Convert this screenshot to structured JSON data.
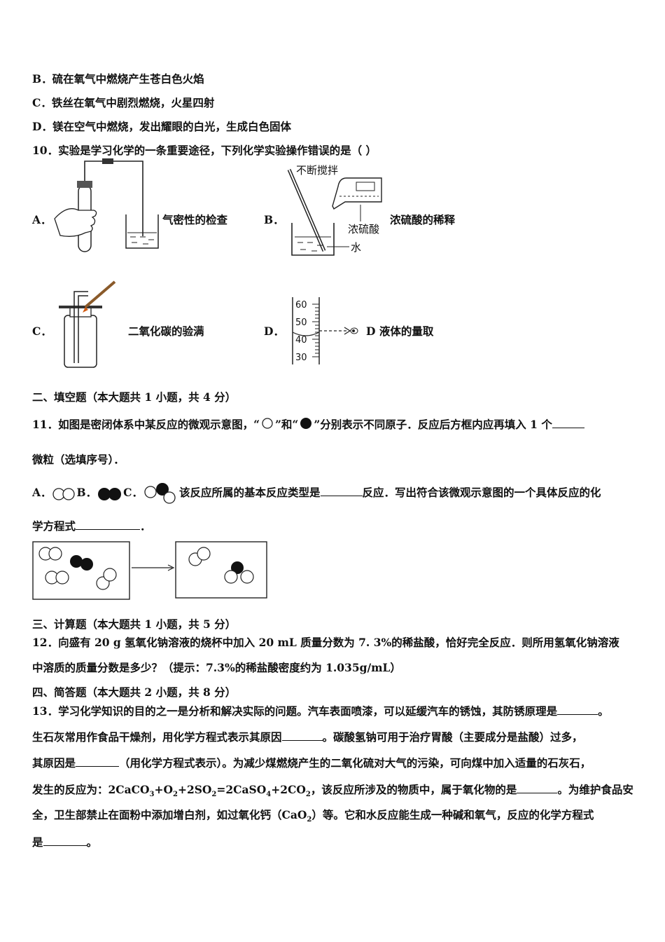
{
  "q9": {
    "b": "B．硫在氧气中燃烧产生苍白色火焰",
    "c": "C．铁丝在氧气中剧烈燃烧，火星四射",
    "d": "D．镁在空气中燃烧，发出耀眼的白光，生成白色固体"
  },
  "q10": {
    "stem": "10．实验是学习化学的一条重要途径，下列化学实验操作错误的是（ ）",
    "a_label": "A．",
    "a_caption": "气密性的检查",
    "b_label": "B．",
    "b_caption": "浓硫酸的稀释",
    "b_fig_text": {
      "stir": "不断搅拌",
      "acid": "浓硫酸",
      "water": "水"
    },
    "c_label": "C．",
    "c_caption": "二氧化碳的验满",
    "d_label": "D．",
    "d_caption": "D 液体的量取",
    "d_scale": [
      "60",
      "50",
      "40",
      "30"
    ]
  },
  "sec2": {
    "title": "二、填空题（本大题共 1 小题，共 4 分）"
  },
  "q11": {
    "stem_a": "11．如图是密闭体系中某反应的微观示意图，“",
    "stem_b": "”和“",
    "stem_c": "”分别表示不同原子．反应后方框内应再填入 1 个",
    "line2": "微粒（选填序号）．",
    "opt_a": "A．",
    "opt_b": "B．",
    "opt_c": "C．",
    "line3_a": "该反应所属的基本反应类型是",
    "line3_b": "反应．写出符合该微观示意图的一个具体反应的化",
    "line4": "学方程式",
    "line4_end": "．"
  },
  "sec3": {
    "title": "三、计算题（本大题共 1 小题，共 5 分）"
  },
  "q12": {
    "line1": "12．向盛有 20 g 氢氧化钠溶液的烧杯中加入 20 mL 质量分数为 7. 3%的稀盐酸，恰好完全反应．则所用氢氧化钠溶液",
    "line2": "中溶质的质量分数是多少？（提示：7.3%的稀盐酸密度约为 1.035g/mL）"
  },
  "sec4": {
    "title": "四、简答题（本大题共 2 小题，共 8 分）"
  },
  "q13": {
    "l1a": "13．学习化学知识的目的之一是分析和解决实际的问题。汽车表面喷漆，可以延缓汽车的锈蚀，其防锈原理是",
    "l1b": "。",
    "l2a": "生石灰常用作食品干燥剂，用化学方程式表示其原因",
    "l2b": "。碳酸氢钠可用于治疗胃酸（主要成分是盐酸）过多，",
    "l3a": "其原因是",
    "l3b": "（用化学方程式表示）。为减少煤燃烧产生的二氧化硫对大气的污染，可向煤中加入适量的石灰石，",
    "l4a": "发生的反应为：2CaCO",
    "l4b": "+O",
    "l4c": "+2SO",
    "l4d": "=2CaSO",
    "l4e": "+2CO",
    "l4f": "，该反应所涉及的物质中，属于氧化物的是",
    "l4g": "。为维护食品安",
    "sub3": "3",
    "sub2": "2",
    "sub4": "4",
    "l5a": "全，卫生部禁止在面粉中添加增白剂，如过氧化钙（CaO",
    "l5b": "）等。它和水反应能生成一种碱和氧气，反应的化学方程式",
    "l6a": "是",
    "l6b": "。"
  }
}
